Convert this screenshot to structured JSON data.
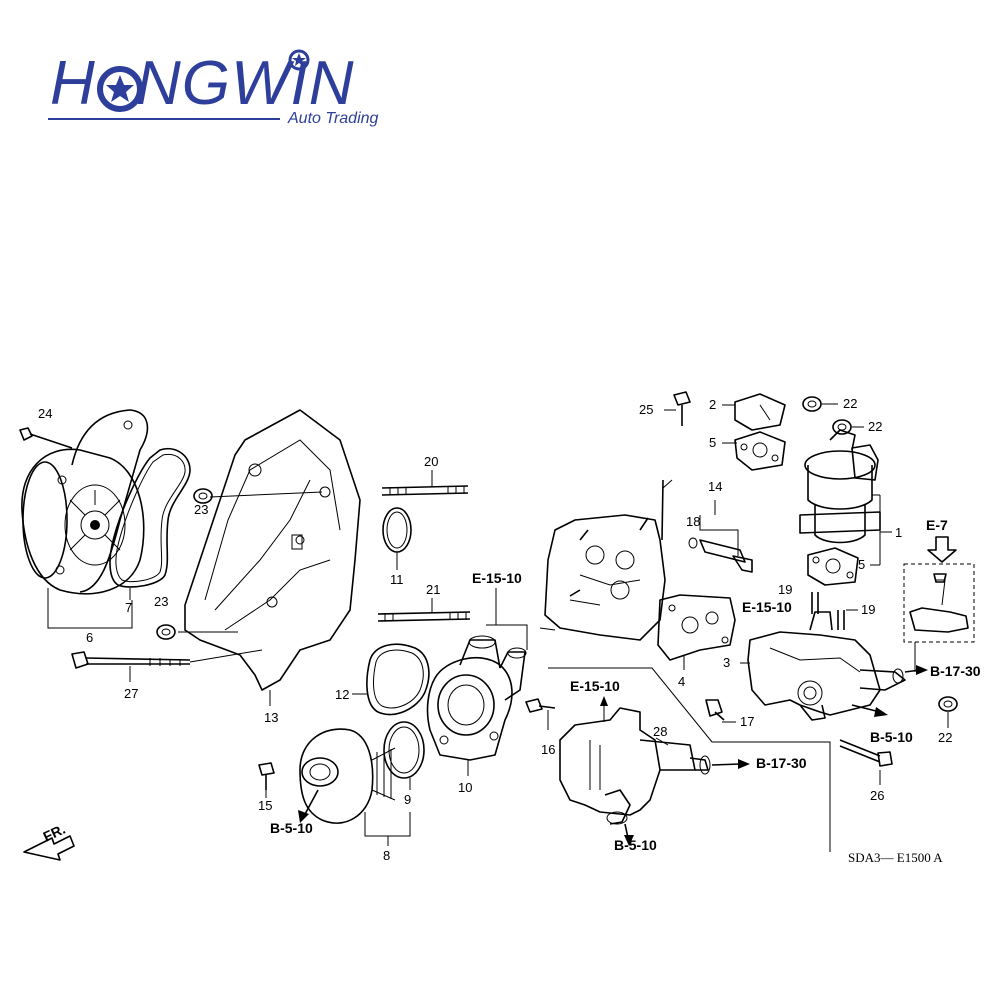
{
  "brand": {
    "name_first": "H",
    "name_rest": "NGWIN",
    "subtitle": "Auto Trading",
    "color": "#2e3f9b"
  },
  "diagram": {
    "part_numbers": {
      "p1": "1",
      "p2": "2",
      "p3": "3",
      "p4": "4",
      "p5a": "5",
      "p5b": "5",
      "p6": "6",
      "p7": "7",
      "p8": "8",
      "p9": "9",
      "p10": "10",
      "p11": "11",
      "p12": "12",
      "p13": "13",
      "p14": "14",
      "p15": "15",
      "p16": "16",
      "p17": "17",
      "p18": "18",
      "p19a": "19",
      "p19b": "19",
      "p20": "20",
      "p21": "21",
      "p22a": "22",
      "p22b": "22",
      "p22c": "22",
      "p23a": "23",
      "p23b": "23",
      "p24": "24",
      "p25": "25",
      "p26": "26",
      "p27": "27",
      "p28": "28"
    },
    "references": {
      "e15_a": "E-15-10",
      "e15_b": "E-15-10",
      "e15_c": "E-15-10",
      "b17_a": "B-17-30",
      "b17_b": "B-17-30",
      "b5_a": "B-5-10",
      "b5_b": "B-5-10",
      "b5_c": "B-5-10",
      "e7": "E-7"
    },
    "direction_label": "FR.",
    "diagram_code": "SDA3— E1500 A"
  }
}
